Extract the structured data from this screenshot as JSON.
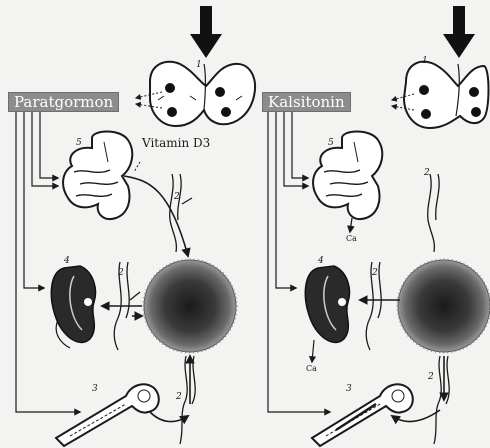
{
  "panels": [
    {
      "hormone_label": "Paratgormon",
      "vitamin_label": "Vitamin D3",
      "numbers": [
        "1",
        "2",
        "2",
        "2",
        "3",
        "4",
        "5"
      ]
    },
    {
      "hormone_label": "Kalsitonin",
      "numbers": [
        "1",
        "2",
        "2",
        "2",
        "3",
        "4",
        "5"
      ],
      "ca_labels": [
        "Ca",
        "Ca"
      ]
    }
  ],
  "colors": {
    "background": "#f3f3f1",
    "label_box": "#8c8c8c",
    "ink": "#1a1a1a",
    "blood_center": "#1e1e1e"
  }
}
